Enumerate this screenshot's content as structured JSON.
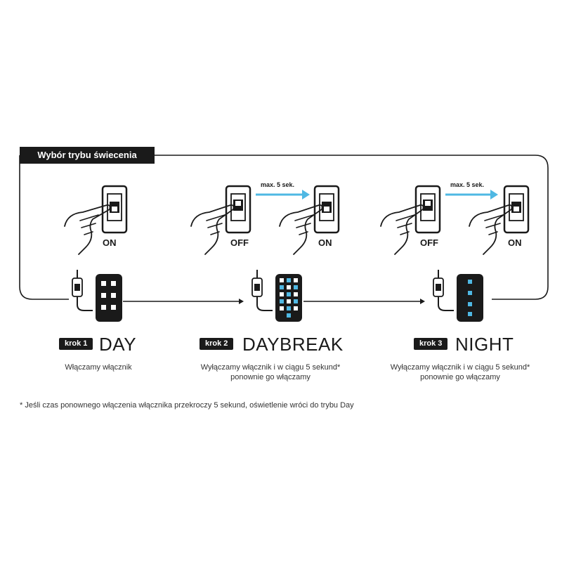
{
  "title": "Wybór trybu świecenia",
  "colors": {
    "dark": "#1a1a1a",
    "accent": "#4fb8e3",
    "led_white": "#ffffff"
  },
  "steps": [
    {
      "badge": "krok 1",
      "mode": "DAY",
      "description_lines": [
        "Włączamy włącznik"
      ],
      "switch_states": [
        "ON"
      ],
      "led_pattern": "all-white"
    },
    {
      "badge": "krok 2",
      "mode": "DAYBREAK",
      "description_lines": [
        "Wyłączamy włącznik i w ciągu 5 sekund*",
        "ponownie go włączamy"
      ],
      "switch_states": [
        "OFF",
        "ON"
      ],
      "arrow_label": "max. 5 sek.",
      "led_pattern": "mixed-blue-white"
    },
    {
      "badge": "krok 3",
      "mode": "NIGHT",
      "description_lines": [
        "Wyłączamy włącznik i w ciągu 5 sekund*",
        "ponownie go włączamy"
      ],
      "switch_states": [
        "OFF",
        "ON"
      ],
      "arrow_label": "max. 5 sek.",
      "led_pattern": "few-blue"
    }
  ],
  "footnote": "* Jeśli czas ponownego włączenia włącznika przekroczy 5 sekund, oświetlenie wróci do trybu Day",
  "icons": [
    "hand-pressing-switch-icon",
    "wall-switch-icon",
    "inline-switch-icon",
    "led-panel-icon",
    "arrow-right-icon"
  ]
}
